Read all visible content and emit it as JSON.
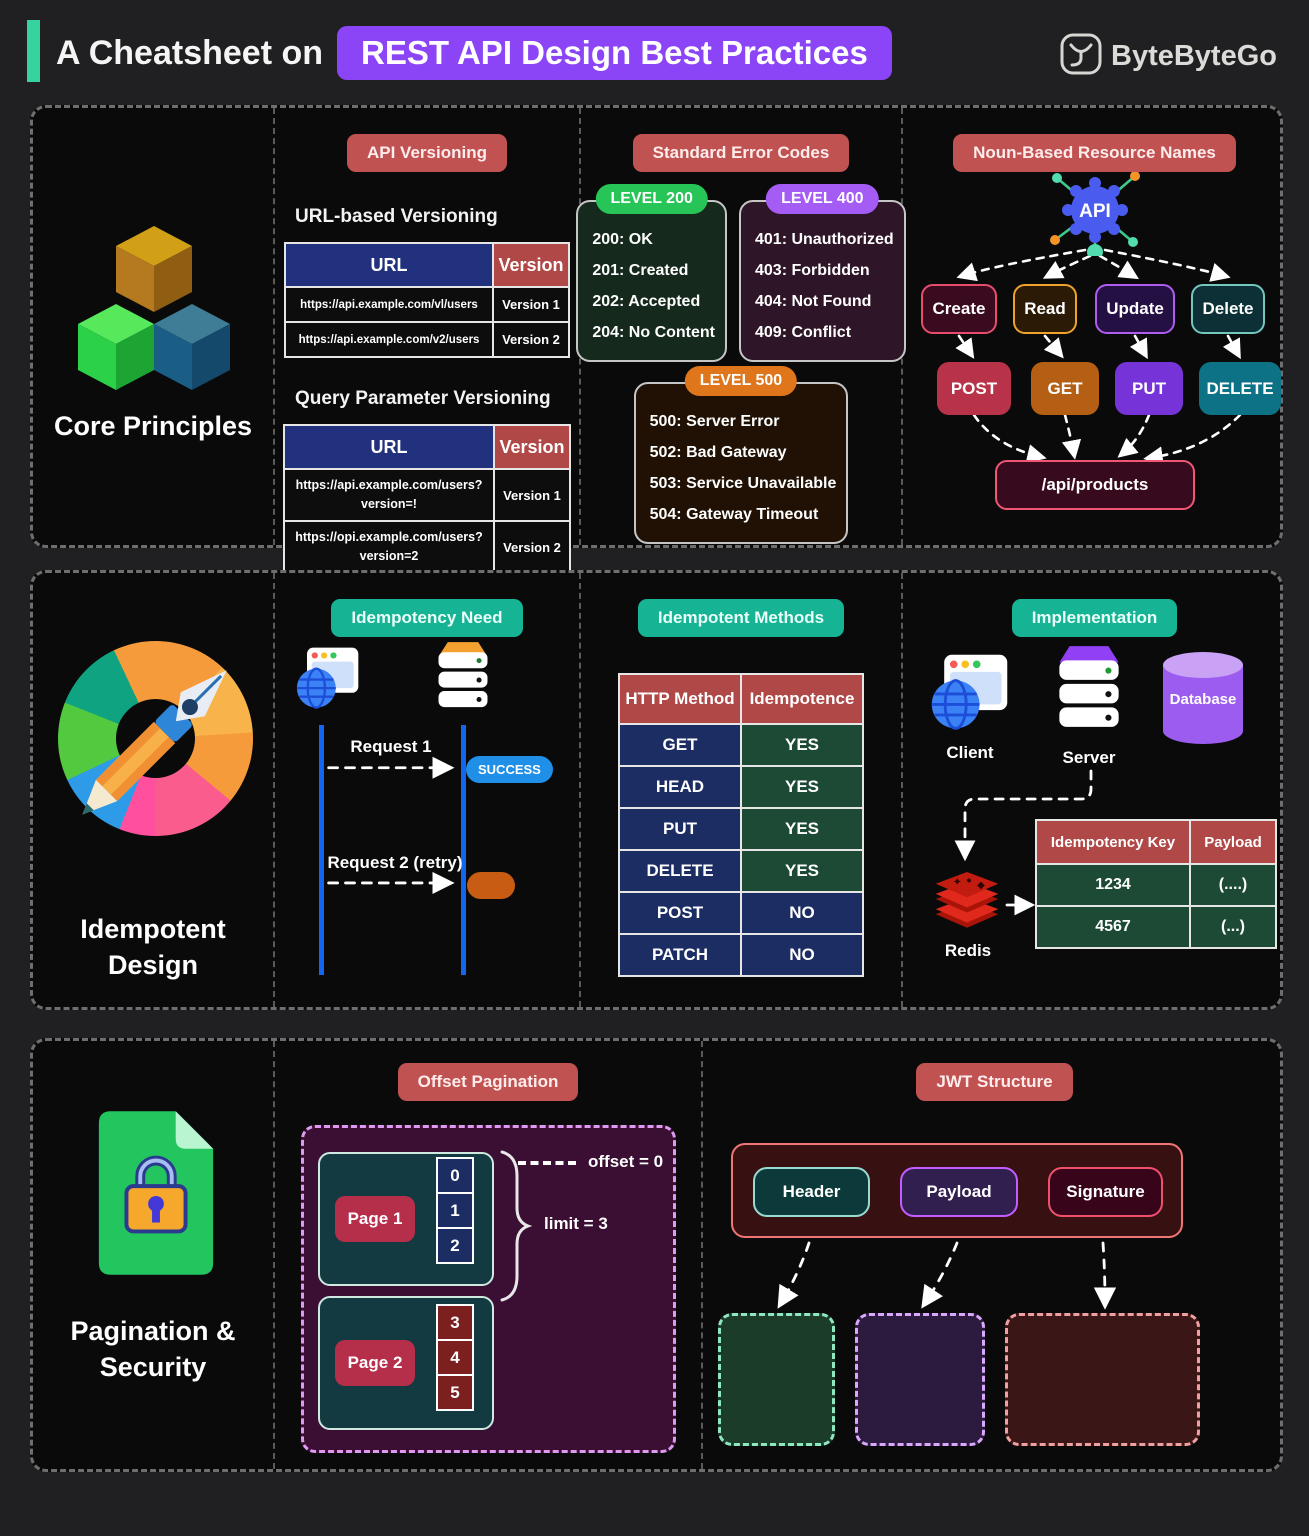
{
  "header": {
    "title_prefix": "A Cheatsheet on",
    "title_highlight": "REST API Design Best Practices",
    "brand": "ByteByteGo"
  },
  "colors": {
    "accent_teal": "#36d39f",
    "badge_red": "#c15252",
    "title_purple": "#8b45f7",
    "badge_teal": "#16b394",
    "table_navy": "#21317d",
    "table_red": "#b04848",
    "yes_green": "#1d4a35",
    "success_blue": "#1f8fe8",
    "retry_orange": "#c75c12",
    "lifeline_blue": "#1565f0",
    "level200_green": "#27c457",
    "level400_purple": "#a45cf5",
    "level500_orange": "#e0761c",
    "post_red": "#b8334a",
    "get_orange": "#b45f14",
    "put_purple": "#7634d8",
    "delete_teal": "#0d7285"
  },
  "sections": {
    "core": {
      "label": "Core Principles",
      "api_versioning": {
        "badge": "API Versioning",
        "url_based_heading": "URL-based Versioning",
        "url_table": {
          "headers": [
            "URL",
            "Version"
          ],
          "rows": [
            [
              "https://api.example.com/vl/users",
              "Version 1"
            ],
            [
              "https://api.example.com/v2/users",
              "Version 2"
            ]
          ]
        },
        "query_heading": "Query Parameter Versioning",
        "query_table": {
          "headers": [
            "URL",
            "Version"
          ],
          "rows": [
            [
              "https://api.example.com/users?version=!",
              "Version 1"
            ],
            [
              "https://opi.example.com/users?version=2",
              "Version 2"
            ]
          ]
        }
      },
      "error_codes": {
        "badge": "Standard Error Codes",
        "level200": {
          "label": "LEVEL 200",
          "items": [
            "200: OK",
            "201: Created",
            "202: Accepted",
            "204: No Content"
          ]
        },
        "level400": {
          "label": "LEVEL 400",
          "items": [
            "401: Unauthorized",
            "403: Forbidden",
            "404: Not Found",
            "409: Conflict"
          ]
        },
        "level500": {
          "label": "LEVEL 500",
          "items": [
            "500: Server Error",
            "502: Bad Gateway",
            "503: Service Unavailable",
            "504: Gateway Timeout"
          ]
        }
      },
      "nouns": {
        "badge": "Noun-Based Resource Names",
        "api_label": "API",
        "actions": [
          "Create",
          "Read",
          "Update",
          "Delete"
        ],
        "methods": [
          "POST",
          "GET",
          "PUT",
          "DELETE"
        ],
        "resource": "/api/products"
      }
    },
    "idempotent": {
      "label": "Idempotent Design",
      "need": {
        "badge": "Idempotency Need",
        "request1": "Request 1",
        "success": "SUCCESS",
        "request2": "Request 2 (retry)"
      },
      "methods": {
        "badge": "Idempotent Methods",
        "headers": [
          "HTTP Method",
          "Idempotence"
        ],
        "rows": [
          [
            "GET",
            "YES"
          ],
          [
            "HEAD",
            "YES"
          ],
          [
            "PUT",
            "YES"
          ],
          [
            "DELETE",
            "YES"
          ],
          [
            "POST",
            "NO"
          ],
          [
            "PATCH",
            "NO"
          ]
        ]
      },
      "implementation": {
        "badge": "Implementation",
        "client_label": "Client",
        "server_label": "Server",
        "database_label": "Database",
        "redis_label": "Redis",
        "table": {
          "headers": [
            "Idempotency Key",
            "Payload"
          ],
          "rows": [
            [
              "1234",
              "(....)"
            ],
            [
              "4567",
              "(...)"
            ]
          ]
        }
      }
    },
    "pagination": {
      "label": "Pagination & Security",
      "offset": {
        "badge": "Offset Pagination",
        "page1": "Page 1",
        "page1_cells": [
          "0",
          "1",
          "2"
        ],
        "page2": "Page 2",
        "page2_cells": [
          "3",
          "4",
          "5"
        ],
        "offset_label": "offset = 0",
        "limit_label": "limit = 3"
      },
      "jwt": {
        "badge": "JWT Structure",
        "parts": [
          "Header",
          "Payload",
          "Signature"
        ]
      }
    }
  }
}
